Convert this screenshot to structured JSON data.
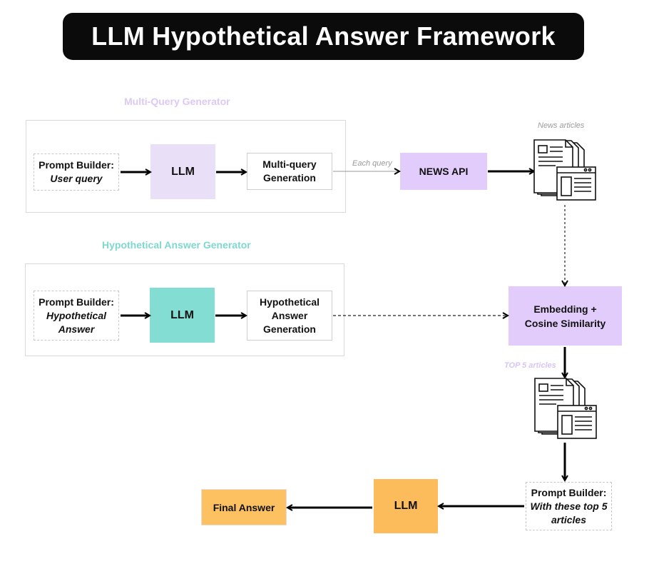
{
  "title": "LLM Hypothetical Answer Framework",
  "multi_query": {
    "label": "Multi-Query Generator",
    "prompt_builder_title": "Prompt Builder:",
    "prompt_builder_sub": "User query",
    "llm": "LLM",
    "generation": "Multi-query Generation",
    "edge_label": "Each query",
    "news_api": "NEWS API",
    "news_articles_label": "News articles"
  },
  "hypothetical": {
    "label": "Hypothetical Answer Generator",
    "prompt_builder_title": "Prompt Builder:",
    "prompt_builder_sub": "Hypothetical Answer",
    "llm": "LLM",
    "generation": "Hypothetical Answer Generation"
  },
  "embedding": "Embedding + Cosine Similarity",
  "top5_label": "TOP 5 articles",
  "final_stage": {
    "prompt_builder_title": "Prompt Builder:",
    "prompt_builder_sub": "With these top 5 articles",
    "llm": "LLM",
    "final_answer": "Final Answer"
  },
  "colors": {
    "purple_light": "#e9dff7",
    "purple": "#e2ccfb",
    "teal": "#83ddd2",
    "orange": "#fcbc5b",
    "orange_light": "#fdc162",
    "label_purple": "#dcc9f5",
    "label_teal": "#7fd8cf",
    "label_top5": "#d8c4f5"
  }
}
